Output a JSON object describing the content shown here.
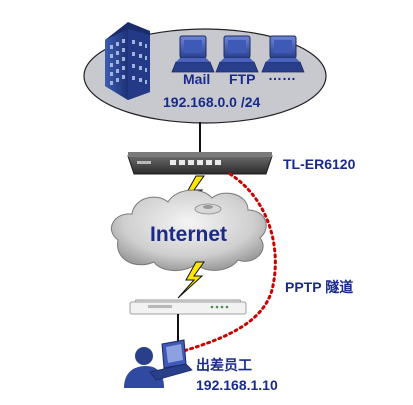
{
  "lan": {
    "services": [
      "Mail",
      "FTP",
      "……"
    ],
    "subnet": "192.168.0.0 /24"
  },
  "router": {
    "model": "TL-ER6120"
  },
  "internet": {
    "label": "Internet"
  },
  "tunnel": {
    "label": "PPTP 隧道"
  },
  "remote_user": {
    "label": "出差员工",
    "ip": "192.168.1.10"
  },
  "colors": {
    "lan_ellipse": "#c7c9cf",
    "text_blue": "#1a2a8a",
    "tunnel_dots": "#cc0000",
    "lightning": "#ffe600",
    "building": "#2f4fa0"
  },
  "icons": [
    "building-icon",
    "computer-icon",
    "router-icon",
    "cloud-icon",
    "lightning-icon",
    "modem-icon",
    "user-icon",
    "laptop-icon"
  ]
}
